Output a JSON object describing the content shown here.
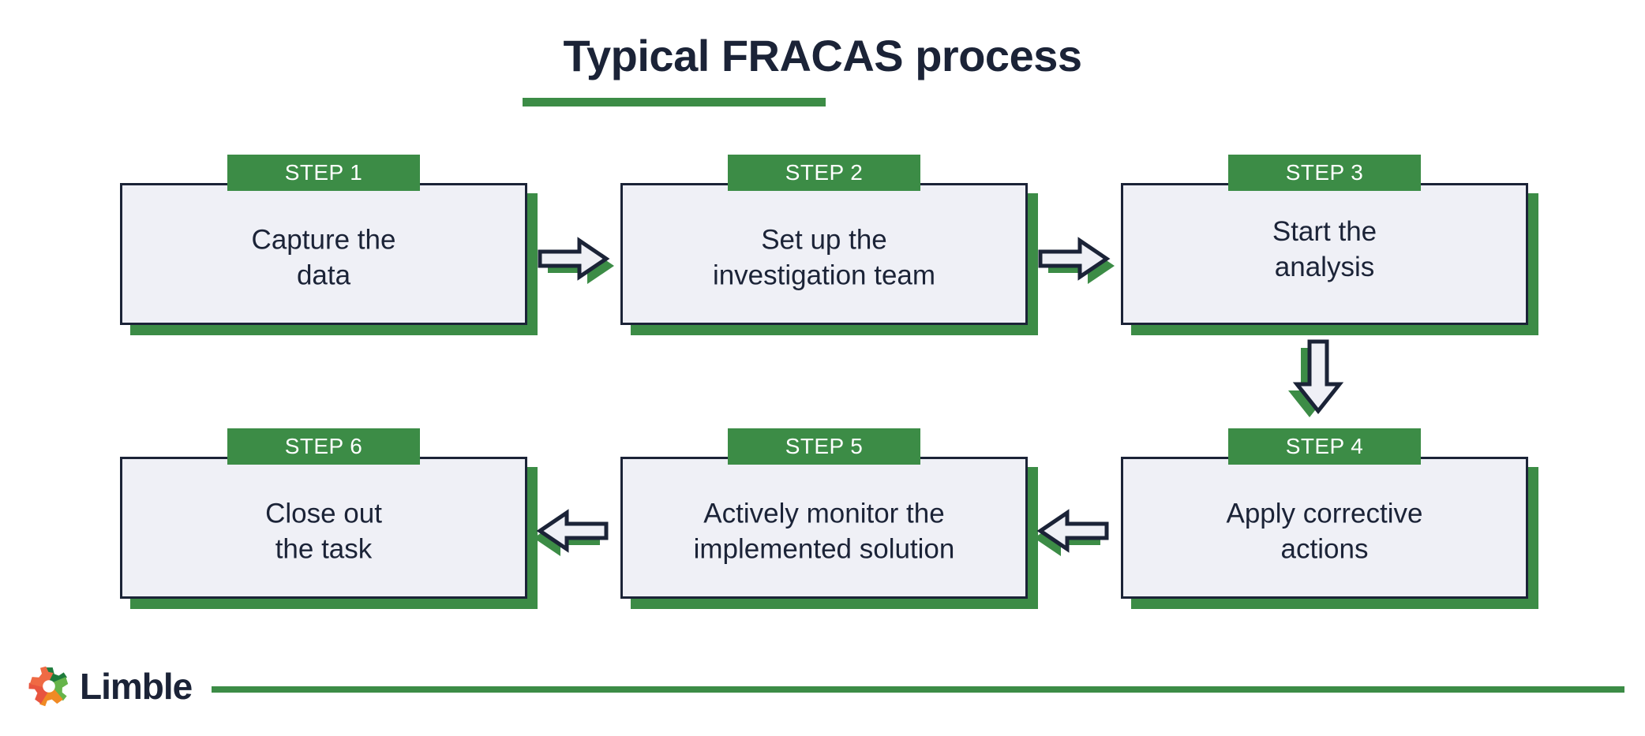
{
  "header": {
    "title": "Typical FRACAS process",
    "underline_color": "#3c8c46",
    "title_color": "#1b2337"
  },
  "theme": {
    "green": "#3c8c46",
    "navy": "#1b2337",
    "box_fill": "#eff0f6",
    "arrow_fill": "#eff0f6",
    "background": "#ffffff"
  },
  "diagram": {
    "type": "flowchart",
    "layout": "2 rows x 3 columns, serpentine (left-to-right, then down, then right-to-left)",
    "steps": [
      {
        "tab": "STEP 1",
        "text": "Capture the\ndata",
        "line1": "Capture the",
        "line2": "data",
        "row": 1,
        "col": 1
      },
      {
        "tab": "STEP 2",
        "text": "Set up the\ninvestigation team",
        "line1": "Set up the",
        "line2": "investigation team",
        "row": 1,
        "col": 2
      },
      {
        "tab": "STEP 3",
        "text": "Start the\nanalysis",
        "line1": "Start the",
        "line2": "analysis",
        "row": 1,
        "col": 3
      },
      {
        "tab": "STEP 4",
        "text": "Apply corrective\nactions",
        "line1": "Apply corrective",
        "line2": "actions",
        "row": 2,
        "col": 3
      },
      {
        "tab": "STEP 5",
        "text": "Actively monitor the\nimplemented solution",
        "line1": "Actively monitor the",
        "line2": "implemented solution",
        "row": 2,
        "col": 2
      },
      {
        "tab": "STEP 6",
        "text": "Close out\nthe task",
        "line1": "Close out",
        "line2": "the task",
        "row": 2,
        "col": 1
      }
    ],
    "connectors": [
      {
        "from": "STEP 1",
        "to": "STEP 2",
        "direction": "right"
      },
      {
        "from": "STEP 2",
        "to": "STEP 3",
        "direction": "right"
      },
      {
        "from": "STEP 3",
        "to": "STEP 4",
        "direction": "down"
      },
      {
        "from": "STEP 4",
        "to": "STEP 5",
        "direction": "left"
      },
      {
        "from": "STEP 5",
        "to": "STEP 6",
        "direction": "left"
      }
    ]
  },
  "footer": {
    "brand": "Limble",
    "rule_color": "#3c8c46",
    "mark_colors": [
      "#1e7b3c",
      "#66b44a",
      "#f08a24",
      "#e8553f",
      "#d94438"
    ]
  }
}
